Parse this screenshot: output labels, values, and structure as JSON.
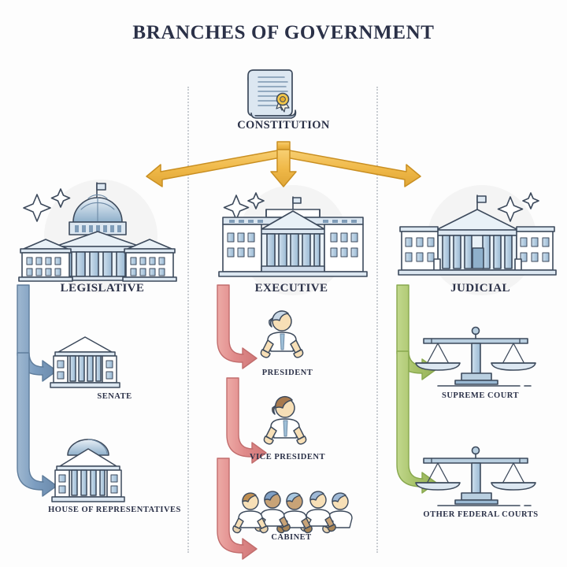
{
  "diagram": {
    "title": "BRANCHES OF GOVERNMENT",
    "root": {
      "label": "CONSTITUTION",
      "icon": "scroll-document-icon"
    },
    "branches": [
      {
        "id": "legislative",
        "label": "LEGISLATIVE",
        "icon": "capitol-building-icon",
        "color": "#7c9dc0",
        "children": [
          {
            "label": "SENATE",
            "icon": "senate-building-icon"
          },
          {
            "label": "HOUSE OF REPRESENTATIVES",
            "icon": "house-of-representatives-building-icon"
          }
        ]
      },
      {
        "id": "executive",
        "label": "EXECUTIVE",
        "icon": "white-house-building-icon",
        "color": "#e08a8a",
        "children": [
          {
            "label": "PRESIDENT",
            "icon": "president-person-icon"
          },
          {
            "label": "VICE PRESIDENT",
            "icon": "vice-president-person-icon"
          },
          {
            "label": "CABINET",
            "icon": "cabinet-group-icon"
          }
        ]
      },
      {
        "id": "judicial",
        "label": "JUDICIAL",
        "icon": "supreme-court-building-icon",
        "color": "#a8c36a",
        "children": [
          {
            "label": "SUPREME COURT",
            "icon": "scales-of-justice-icon"
          },
          {
            "label": "OTHER FEDERAL COURTS",
            "icon": "scales-of-justice-icon"
          }
        ]
      }
    ],
    "colors": {
      "background": "#fdfdfd",
      "text": "#2b3148",
      "root_arrow": "#f0b949",
      "legislative_arrow": "#7c9dc0",
      "executive_arrow": "#e08a8a",
      "judicial_arrow": "#a8c36a",
      "divider": "#c9cdd2",
      "building_outline": "#3d4a5c",
      "building_fill": "#b9cfe0"
    }
  }
}
